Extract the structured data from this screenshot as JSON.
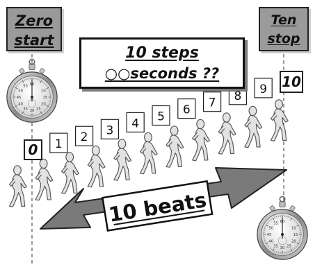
{
  "start_label": {
    "line1": "Zero",
    "line2": "start"
  },
  "stop_label": {
    "line1": "Ten",
    "line2": "stop"
  },
  "title": {
    "line1": "10 steps",
    "line2": "○○seconds ??"
  },
  "step_numbers": [
    "0",
    "1",
    "2",
    "3",
    "4",
    "5",
    "6",
    "7",
    "8",
    "9",
    "10"
  ],
  "arrow_label": "10 beats",
  "stopwatch_numbers": [
    "60",
    "10",
    "15",
    "20",
    "25",
    "30",
    "35",
    "40",
    "45",
    "50",
    "55"
  ],
  "colors": {
    "tag_bg": "#9a9a9a",
    "arrow_fill": "#777777",
    "figure_fill": "#dcdcdc",
    "ink": "#111111"
  }
}
